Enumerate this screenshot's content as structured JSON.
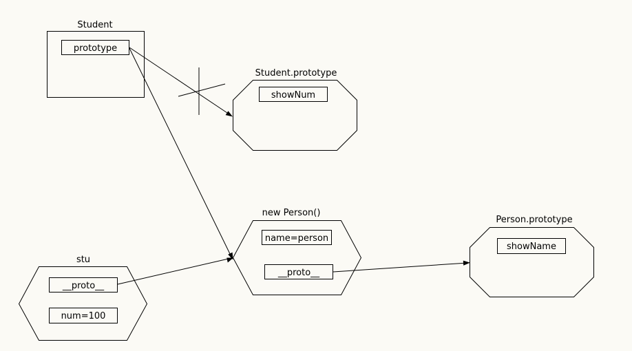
{
  "nodes": {
    "student": {
      "title": "Student",
      "fields": [
        "prototype"
      ]
    },
    "student_prototype": {
      "title": "Student.prototype",
      "fields": [
        "showNum"
      ]
    },
    "new_person": {
      "title": "new Person()",
      "fields": [
        "name=person",
        "__proto__"
      ]
    },
    "person_prototype": {
      "title": "Person.prototype",
      "fields": [
        "showName"
      ]
    },
    "stu": {
      "title": "stu",
      "fields": [
        "__proto__",
        "num=100"
      ]
    }
  },
  "edges": [
    {
      "from": "Student.prototype",
      "to": "Student.prototype",
      "crossed_out": true
    },
    {
      "from": "Student.prototype",
      "to": "new Person()"
    },
    {
      "from": "stu.__proto__",
      "to": "new Person()"
    },
    {
      "from": "new Person().__proto__",
      "to": "Person.prototype"
    }
  ]
}
